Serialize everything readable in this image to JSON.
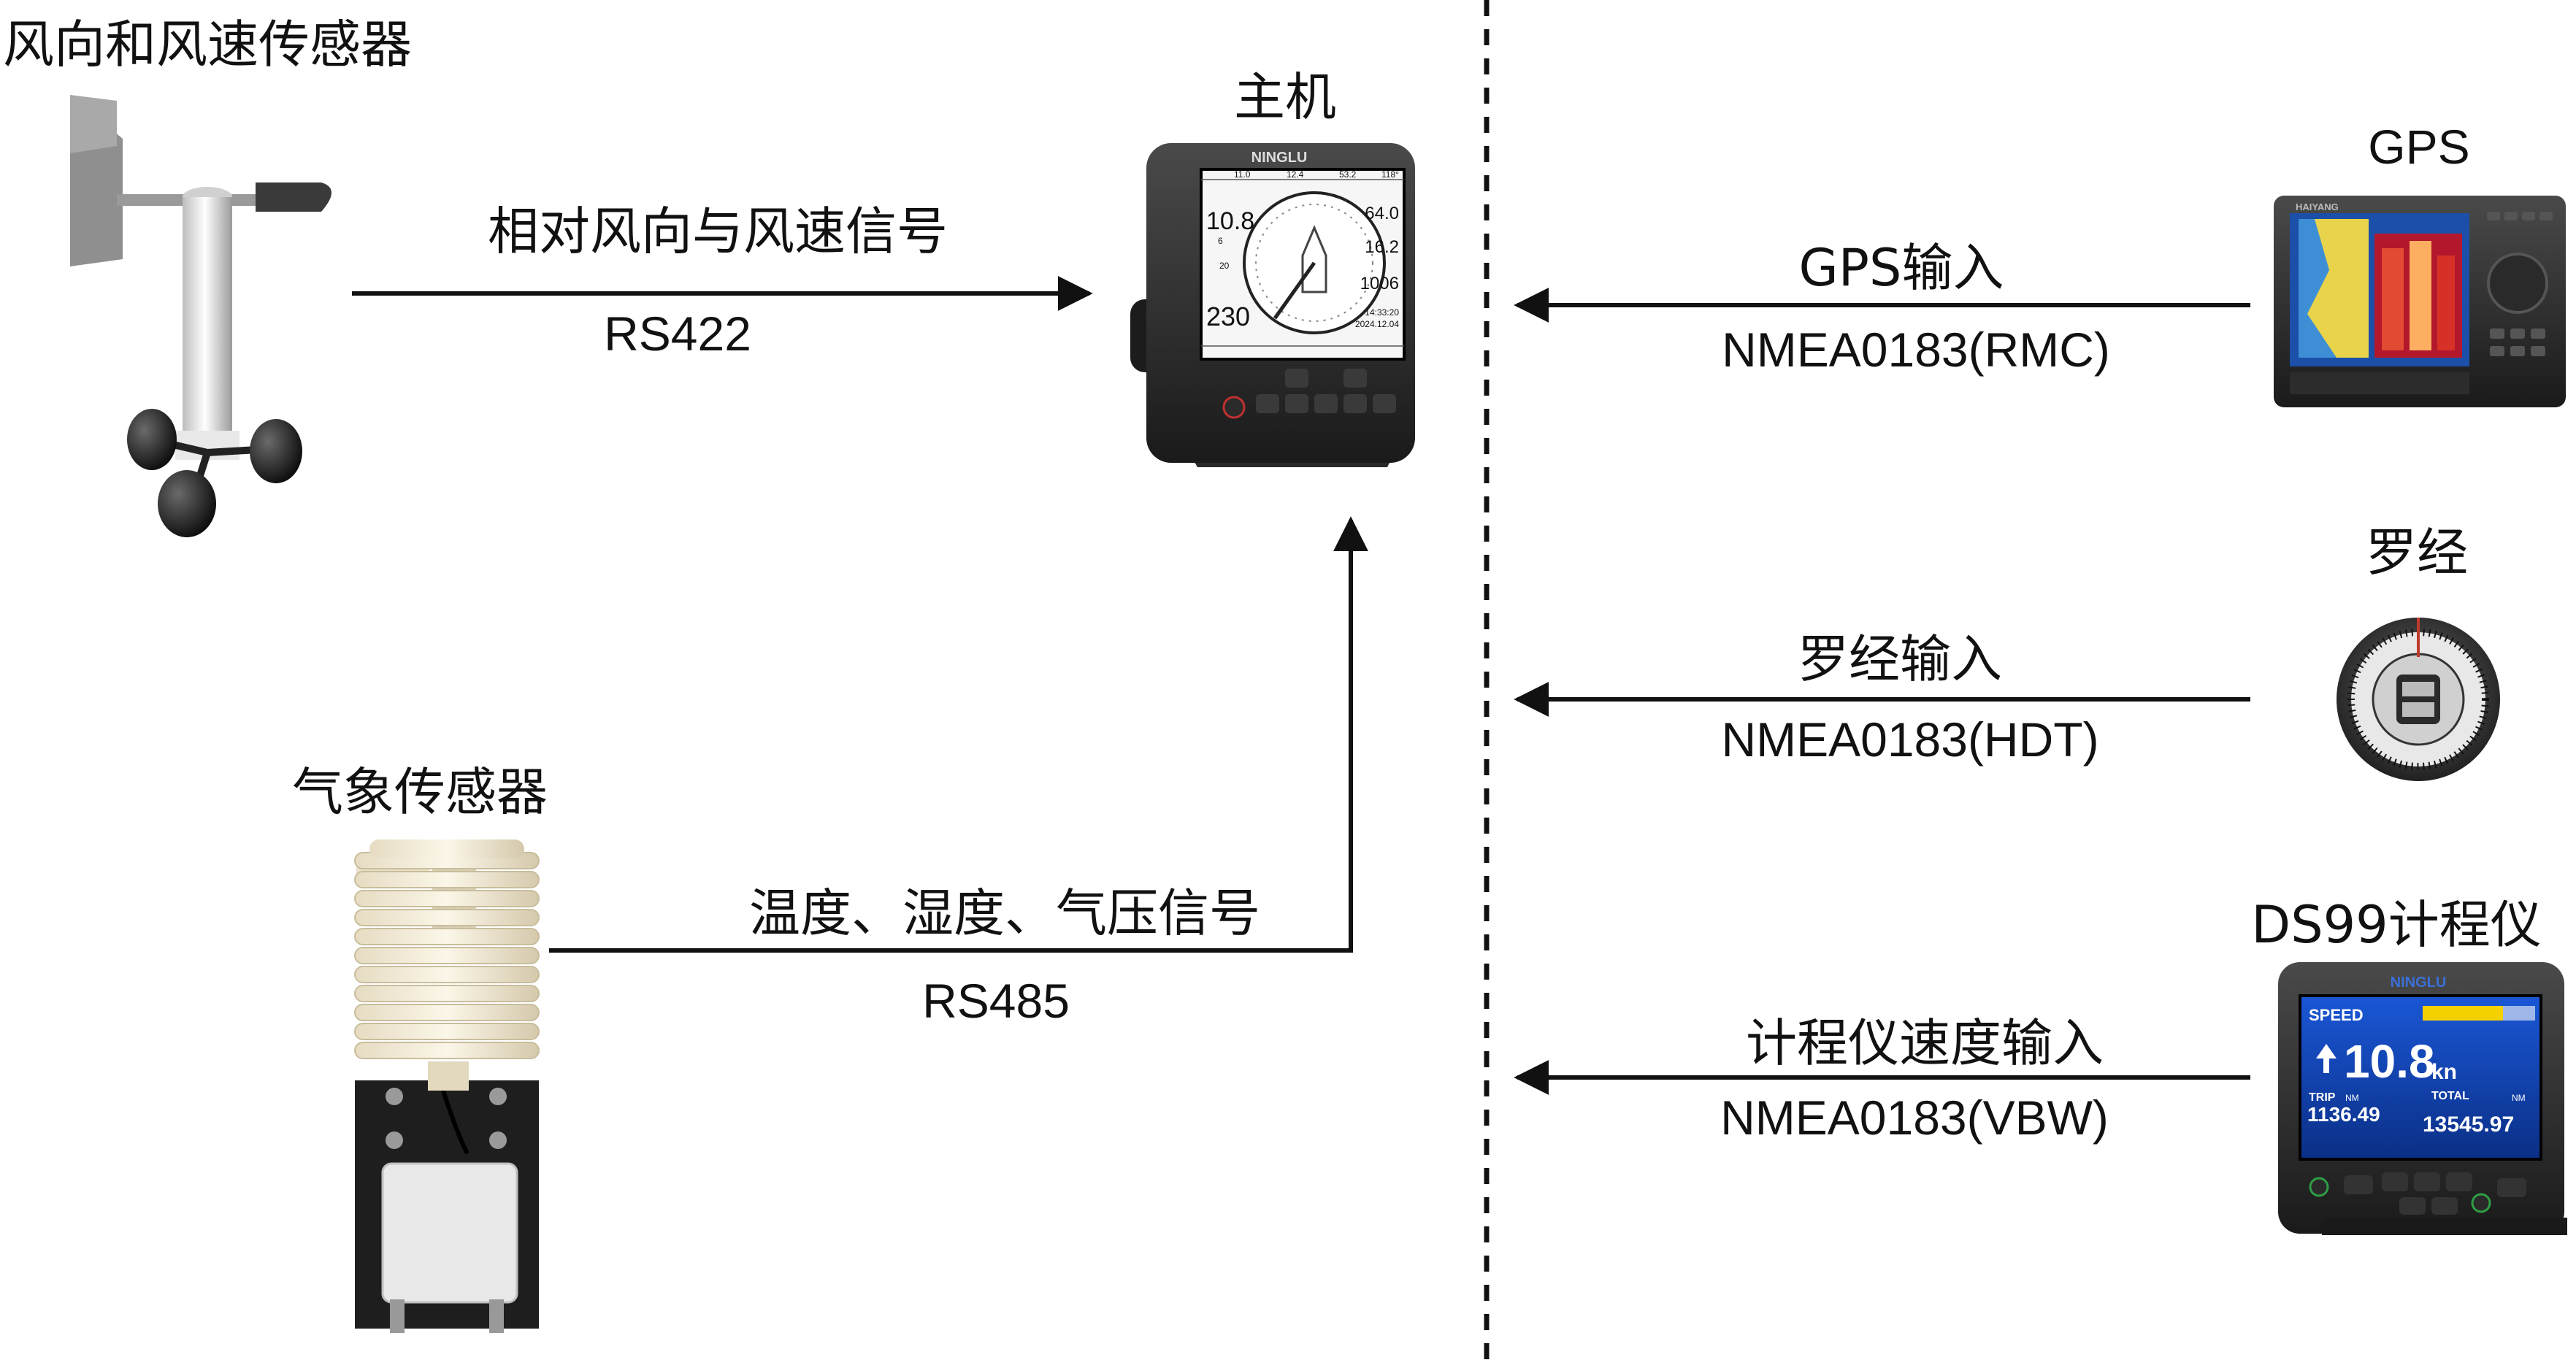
{
  "devices": {
    "wind_sensor": "风向和风速传感器",
    "host": "主机",
    "weather_sensor": "气象传感器",
    "gps": "GPS",
    "compass": "罗经",
    "log": "DS99计程仪"
  },
  "links": {
    "wind": {
      "signal": "相对风向与风速信号",
      "protocol": "RS422"
    },
    "weather": {
      "signal": "温度、湿度、气压信号",
      "protocol": "RS485"
    },
    "gps": {
      "signal": "GPS输入",
      "protocol": "NMEA0183(RMC)"
    },
    "compass": {
      "signal": "罗经输入",
      "protocol": "NMEA0183(HDT)"
    },
    "log": {
      "signal": "计程仪速度输入",
      "protocol": "NMEA0183(VBW)"
    }
  },
  "host_screen": {
    "brand": "NINGLU",
    "top_values": [
      "11.0",
      "12.4",
      "53.2",
      "118°"
    ],
    "left_values": [
      "10.8",
      "6",
      "20",
      "230"
    ],
    "right_values": [
      "64.0",
      "16.2",
      "1006"
    ],
    "time": "14:33:20",
    "date": "2024.12.04"
  },
  "gps_unit": {
    "brand": "HAIYANG"
  },
  "log_unit": {
    "brand": "NINGLU",
    "speed_label": "SPEED",
    "speed_value": "10.8",
    "speed_unit": "kn",
    "trip_label": "TRIP",
    "trip_value": "1136.49",
    "total_label": "TOTAL",
    "total_value": "13545.97",
    "nm_unit": "NM"
  }
}
